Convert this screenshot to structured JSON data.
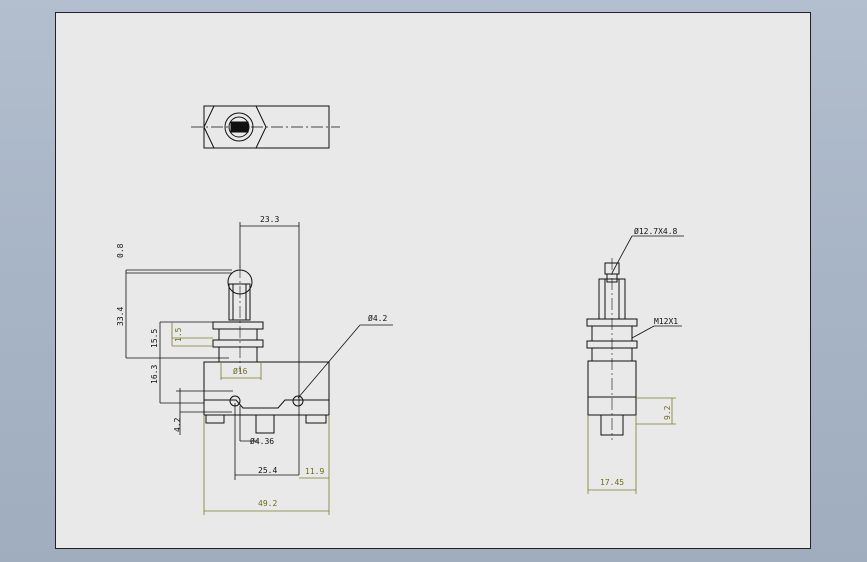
{
  "colors": {
    "background": "#a9b6c7",
    "sheet": "#e9e9e9",
    "outline": "#111111",
    "dimension_black": "#111111",
    "dimension_olive": "#6f6d1a",
    "extension_lines": "#8a8a2a"
  },
  "front_view": {
    "dims": {
      "width_roller": "23.3",
      "gap_top": "0.8",
      "plunger_height": "33.4",
      "thread_length": "15.5",
      "nut_thickness": "1.5",
      "thread_dia": "Ø16",
      "body_height": "16.3",
      "hole_offset": "4.2",
      "hole_dia_right": "Ø4.2",
      "hole_dia_left": "Ø4.36",
      "hole_spacing": "25.4",
      "hole_edge": "11.9",
      "total_width": "49.2"
    }
  },
  "side_view": {
    "dims": {
      "roller": "Ø12.7X4.8",
      "thread": "M12X1",
      "body_width": "17.45",
      "terminal": "9.2"
    }
  }
}
